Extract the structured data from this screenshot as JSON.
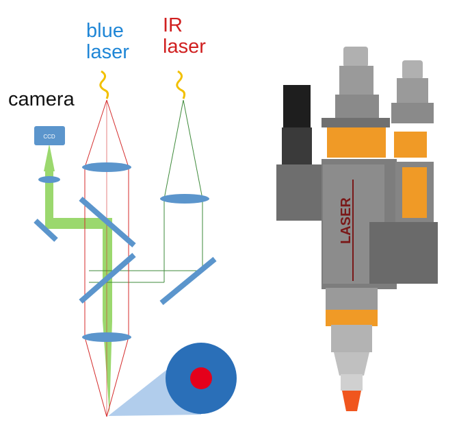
{
  "labels": {
    "blue_laser": "blue\nlaser",
    "ir_laser": "IR\nlaser",
    "camera": "camera",
    "ccd": "CCD",
    "head_text": "LASER"
  },
  "colors": {
    "blue_label": "#1f86d6",
    "ir_label": "#d01f1f",
    "camera_label": "#111111",
    "optic": "#5b95cc",
    "fiber": "#f2c000",
    "blue_beam": "#d42a2a",
    "ir_beam": "#3e8a3a",
    "camera_beam": "#9bd86e",
    "spot_outer": "#2a6fb8",
    "spot_inner": "#e4001b",
    "cone": "#a9c8ea",
    "head_body": "#7d7d7d",
    "head_orange": "#f09a26",
    "nozzle": "#f0561e"
  },
  "icons": [
    "fiber-wave-icon",
    "lens-icon",
    "mirror-icon",
    "ccd-camera-icon",
    "spot-icon",
    "laser-head-photo"
  ]
}
